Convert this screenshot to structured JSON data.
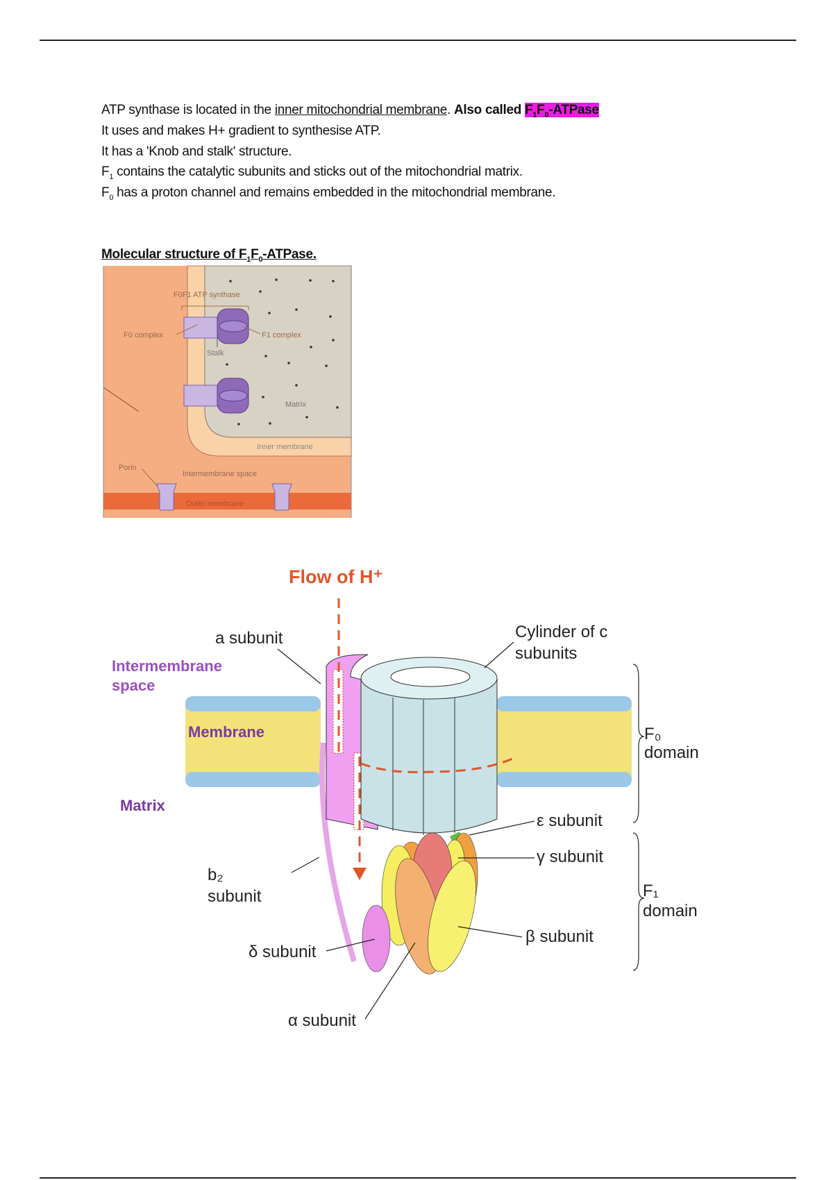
{
  "text": {
    "line1_a": "ATP synthase is located in the ",
    "line1_link": "inner mitochondrial membrane",
    "line1_b": ". ",
    "line1_bold": "Also called ",
    "line1_hl_f": "F",
    "line1_hl_sub1": "1",
    "line1_hl_f2": "F",
    "line1_hl_sub0": "0",
    "line1_hl_rest": "-ATPase",
    "line2": "It uses and makes H+ gradient to synthesise ATP.",
    "line3": "It has a 'Knob and stalk' structure.",
    "line4_f": "F",
    "line4_sub": "1",
    "line4_rest": " contains the catalytic subunits and sticks out of the mitochondrial matrix.",
    "line5_f": "F",
    "line5_sub": "0",
    "line5_rest": " has a proton channel and remains embedded in the mitochondrial membrane.",
    "heading_a": "Molecular structure of F",
    "heading_sub1": "1",
    "heading_f": "F",
    "heading_sub0": "0",
    "heading_rest": "-ATPase."
  },
  "figure1": {
    "title": "F0F1 ATP synthase",
    "f0_complex": "F0 complex",
    "f1_complex": "F1 complex",
    "stalk": "Stalk",
    "matrix": "Matrix",
    "inner_membrane": "Inner membrane",
    "porin": "Porin",
    "intermembrane_space": "Intermembrane space",
    "outer_membrane": "Outer membrane"
  },
  "figure2": {
    "flow": "Flow of H⁺",
    "a_subunit": "a subunit",
    "intermembrane": "Intermembrane",
    "space": "space",
    "membrane": "Membrane",
    "matrix": "Matrix",
    "cylinder_1": "Cylinder of c",
    "cylinder_2": "subunits",
    "f0_label": "F₀",
    "f0_domain": "domain",
    "epsilon": "ε subunit",
    "gamma": "γ subunit",
    "f1_label": "F₁",
    "f1_domain": "domain",
    "beta": "β subunit",
    "b2": "b₂",
    "b2_subunit": "subunit",
    "delta": "δ subunit",
    "alpha": "α subunit"
  }
}
